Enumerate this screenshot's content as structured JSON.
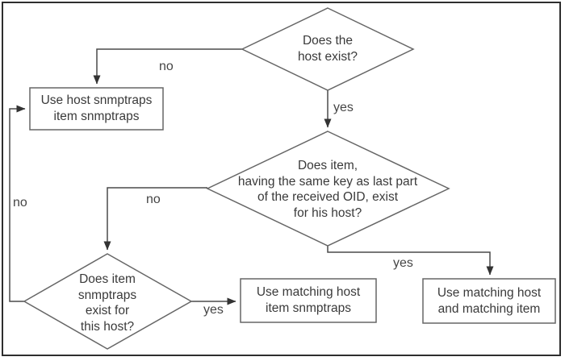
{
  "diagram": {
    "nodes": {
      "decision_host_exists": {
        "type": "decision",
        "lines": [
          "Does the",
          "host exist?"
        ]
      },
      "process_use_host_snmptraps": {
        "type": "process",
        "lines": [
          "Use host snmptraps",
          "item snmptraps"
        ]
      },
      "decision_item_key_matches": {
        "type": "decision",
        "lines": [
          "Does item,",
          "having the same key as last part",
          "of the received OID, exist",
          "for his host?"
        ]
      },
      "decision_item_snmptraps_exists": {
        "type": "decision",
        "lines": [
          "Does item",
          "snmptraps",
          "exist for",
          "this host?"
        ]
      },
      "process_use_matching_host_item_snmptraps": {
        "type": "process",
        "lines": [
          "Use matching host",
          "item snmptraps"
        ]
      },
      "process_use_matching_host_and_item": {
        "type": "process",
        "lines": [
          "Use matching host",
          "and matching item"
        ]
      }
    },
    "edge_labels": {
      "host_exists_no": "no",
      "host_exists_yes": "yes",
      "item_key_no": "no",
      "item_key_yes": "yes",
      "item_snmptraps_yes": "yes",
      "item_snmptraps_no": "no"
    },
    "colors": {
      "background": "#ffffff",
      "frame_border": "#2e2e2e",
      "shape_stroke": "#666666",
      "connector_stroke": "#4a4a4a",
      "arrowhead_fill": "#333333",
      "text": "#3a3a3a"
    }
  }
}
